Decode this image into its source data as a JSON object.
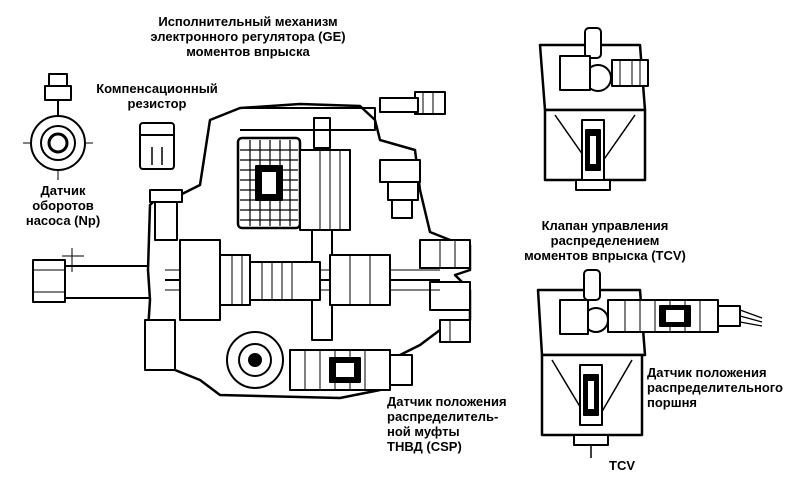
{
  "labels": {
    "ge_actuator": "Исполнительный механизм\nэлектронного регулятора (GE)\nмоментов впрыска",
    "comp_resistor": "Компенсационный\nрезистор",
    "pump_speed_sensor": "Датчик\nоборотов\nнасоса (Np)",
    "tcv_valve": "Клапан управления\nраспределением\nмоментов впрыска (TCV)",
    "piston_position_sensor": "Датчик положения\nраспределительного\nпоршня",
    "csp_sensor": "Датчик положения\nраспределитель-\nной муфты\nТНВД (CSP)",
    "tcv_short": "TCV"
  },
  "colors": {
    "ink": "#000000",
    "paper": "#ffffff",
    "shade": "#d8d8d8"
  }
}
